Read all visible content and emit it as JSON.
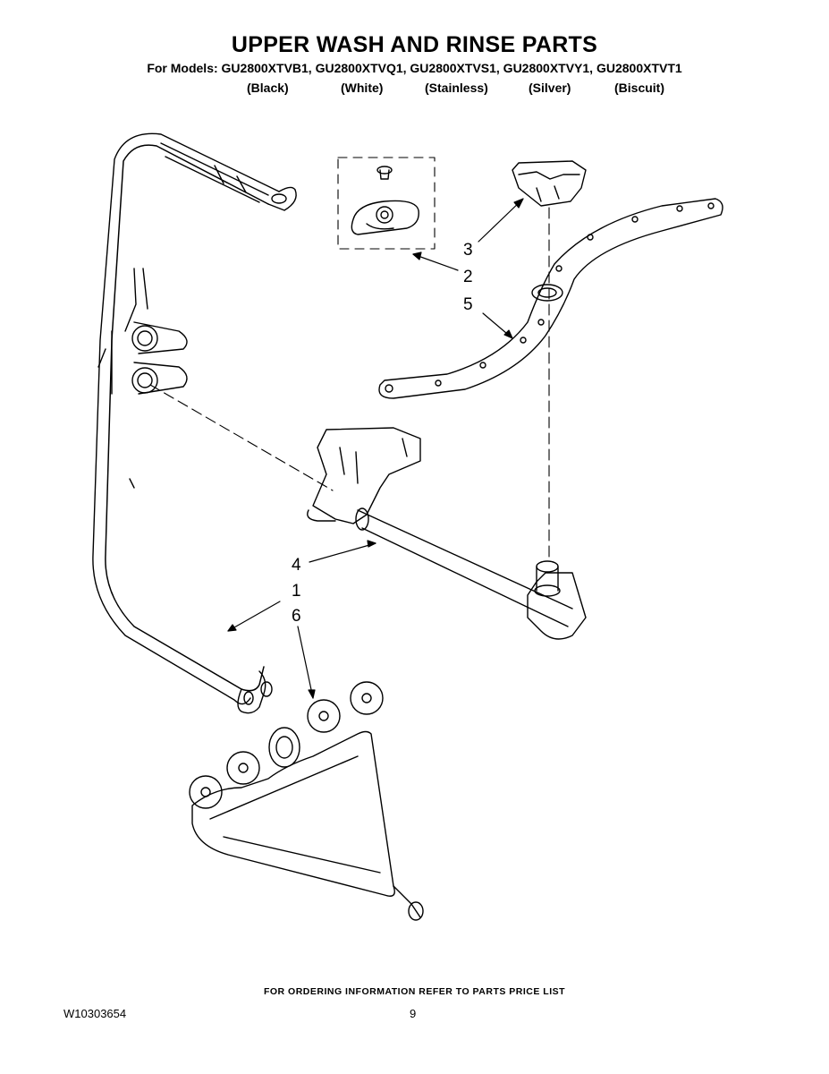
{
  "header": {
    "title": "UPPER WASH AND RINSE PARTS",
    "models": "For Models: GU2800XTVB1, GU2800XTVQ1, GU2800XTVS1, GU2800XTVY1, GU2800XTVT1",
    "finishes": [
      "(Black)",
      "(White)",
      "(Stainless)",
      "(Silver)",
      "(Biscuit)"
    ]
  },
  "callouts": [
    "3",
    "2",
    "5",
    "4",
    "1",
    "6"
  ],
  "footer": {
    "ordering_note": "FOR ORDERING INFORMATION REFER TO PARTS PRICE LIST",
    "document_number": "W10303654",
    "page_number": "9"
  }
}
